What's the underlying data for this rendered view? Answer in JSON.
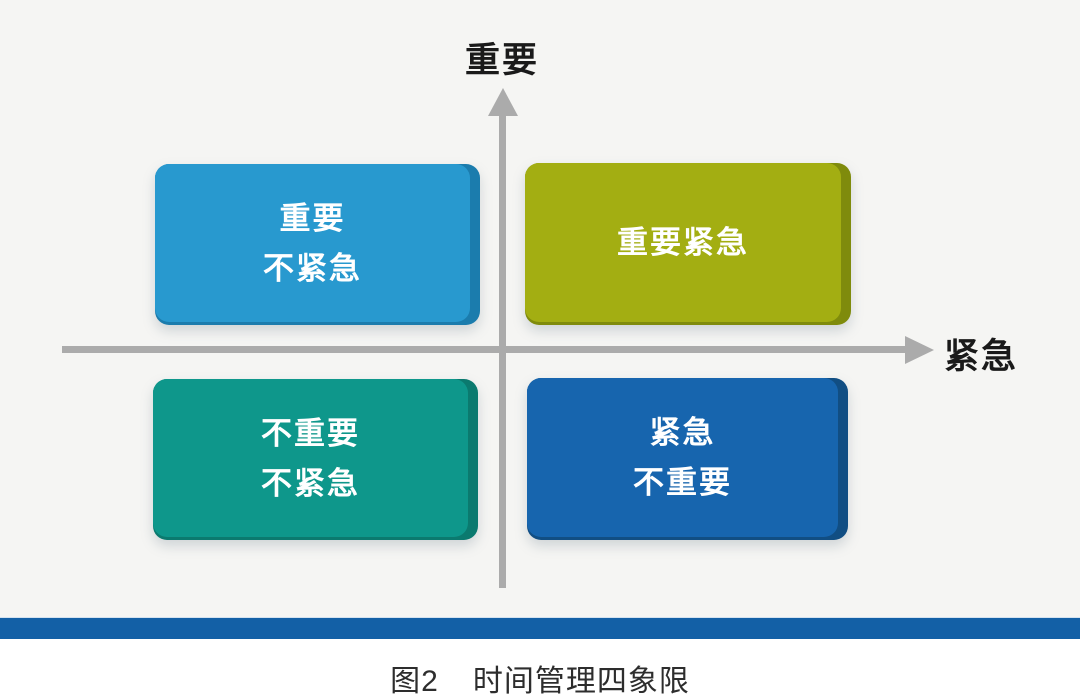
{
  "figure": {
    "background_color": "#f5f5f3",
    "axis": {
      "y_label": "重要",
      "x_label": "紧急",
      "axis_color": "#ababab"
    },
    "quadrants": [
      {
        "position": "top-left",
        "lines": [
          "重要",
          "不紧急"
        ],
        "color": "#2899cf",
        "edge_color": "#1b7cad"
      },
      {
        "position": "top-right",
        "lines": [
          "重要紧急"
        ],
        "color": "#a3ae12",
        "edge_color": "#7f8b0c"
      },
      {
        "position": "bottom-left",
        "lines": [
          "不重要",
          "不紧急"
        ],
        "color": "#0e978b",
        "edge_color": "#0b7a6f"
      },
      {
        "position": "bottom-right",
        "lines": [
          "紧急",
          "不重要"
        ],
        "color": "#1765ae",
        "edge_color": "#114e83"
      }
    ],
    "divider_color": "#1360a6",
    "caption": {
      "prefix": "图2",
      "title": "时间管理四象限"
    }
  }
}
